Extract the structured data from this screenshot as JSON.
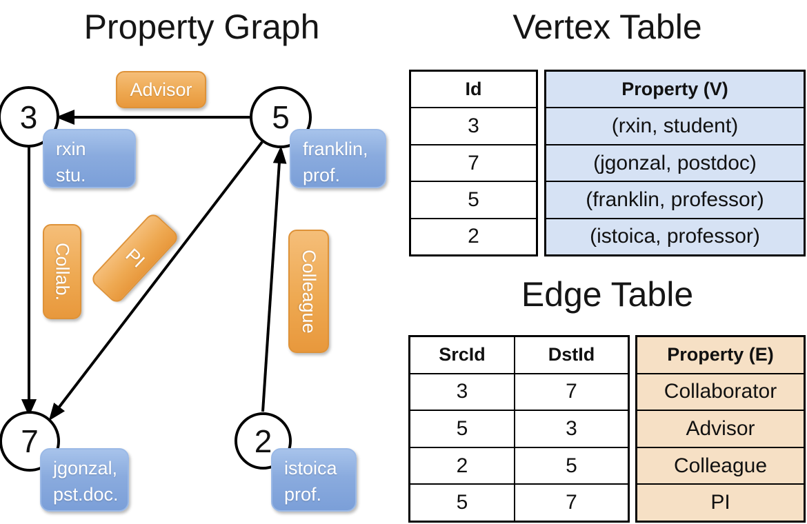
{
  "titles": {
    "graph": "Property Graph",
    "vertex_table": "Vertex Table",
    "edge_table": "Edge Table"
  },
  "graph": {
    "vertices": [
      {
        "id": "3",
        "line1": "rxin",
        "line2": "stu."
      },
      {
        "id": "5",
        "line1": "franklin,",
        "line2": "prof."
      },
      {
        "id": "7",
        "line1": "jgonzal,",
        "line2": "pst.doc."
      },
      {
        "id": "2",
        "line1": "istoica",
        "line2": "prof."
      }
    ],
    "edge_labels": {
      "advisor": "Advisor",
      "collab": "Collab.",
      "pi": "PI",
      "colleague": "Colleague"
    },
    "edges": [
      {
        "src": "5",
        "dst": "3",
        "label": "Advisor"
      },
      {
        "src": "3",
        "dst": "7",
        "label": "Collab."
      },
      {
        "src": "5",
        "dst": "7",
        "label": "PI"
      },
      {
        "src": "2",
        "dst": "5",
        "label": "Colleague"
      }
    ]
  },
  "vertex_table": {
    "headers": {
      "id": "Id",
      "property": "Property (V)"
    },
    "rows": [
      {
        "id": "3",
        "property": "(rxin, student)"
      },
      {
        "id": "7",
        "property": "(jgonzal, postdoc)"
      },
      {
        "id": "5",
        "property": "(franklin, professor)"
      },
      {
        "id": "2",
        "property": "(istoica, professor)"
      }
    ]
  },
  "edge_table": {
    "headers": {
      "src": "SrcId",
      "dst": "DstId",
      "property": "Property (E)"
    },
    "rows": [
      {
        "src": "3",
        "dst": "7",
        "property": "Collaborator"
      },
      {
        "src": "5",
        "dst": "3",
        "property": "Advisor"
      },
      {
        "src": "2",
        "dst": "5",
        "property": "Colleague"
      },
      {
        "src": "5",
        "dst": "7",
        "property": "PI"
      }
    ]
  },
  "colors": {
    "vertex_pill_top": "#A7C3EB",
    "vertex_pill_bottom": "#7B9FD8",
    "edge_pill_top": "#F5BE79",
    "edge_pill_bottom": "#E8983C",
    "vertex_table_fill": "#D6E2F4",
    "edge_table_fill": "#F6E0C5",
    "line": "#000000"
  }
}
